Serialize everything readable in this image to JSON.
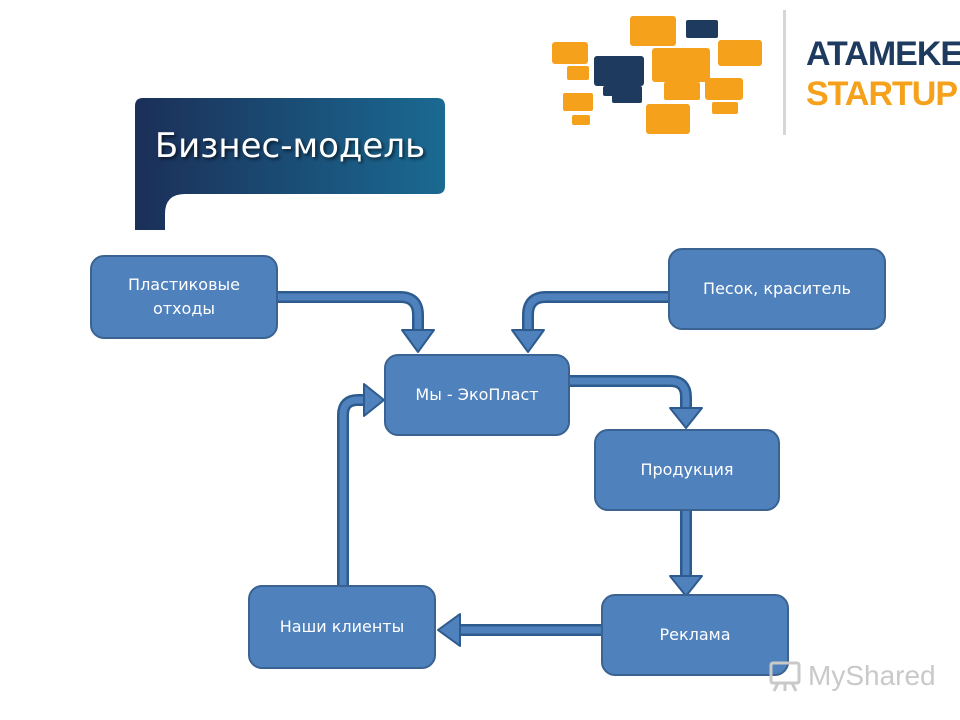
{
  "slide": {
    "title": "Бизнес-модель"
  },
  "logo": {
    "line1": "ATAMEKEN",
    "line2": "STARTUP"
  },
  "nodes": {
    "plastic": "Пластиковые\nотходы",
    "sand": "Песок, краситель",
    "ecoplast": "Мы - ЭкоПласт",
    "products": "Продукция",
    "advertising": "Реклама",
    "clients": "Наши клиенты"
  },
  "watermark": {
    "text": "MyShared"
  },
  "colors": {
    "node_fill": "#4f81bd",
    "node_border": "#3a6391",
    "banner_dark": "#1b2f58",
    "banner_light": "#1a6a92",
    "logo_orange": "#f5a11c",
    "logo_navy": "#1f3a5f"
  }
}
